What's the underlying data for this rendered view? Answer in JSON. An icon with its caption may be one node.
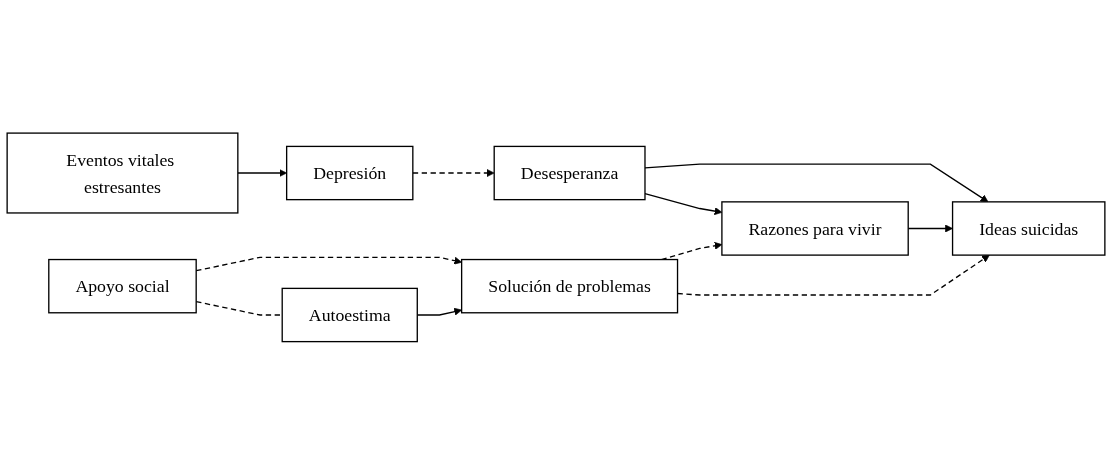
{
  "diagram": {
    "nodes": [
      {
        "text": [
          "Depresión"
        ]
      },
      {
        "text": [
          "Desesperanza"
        ]
      },
      {
        "text": [
          "Eventos vitales estresantes"
        ]
      },
      {
        "text": [
          "Razones para vivir"
        ]
      },
      {
        "text": [
          "Ideas suicidas"
        ]
      },
      {
        "text": [
          "Apoyo social"
        ]
      },
      {
        "text": [
          "Solución de problemas"
        ]
      },
      {
        "text": [
          "Autoestima"
        ]
      }
    ],
    "edges": [
      {
        "from": 2,
        "to": 0,
        "arrow": "to"
      },
      {
        "from": 0,
        "to": 1,
        "arrow": "to",
        "style": "dashed"
      },
      {
        "from": 1,
        "to": 4,
        "arrow": "to"
      },
      {
        "from": 1,
        "to": 3,
        "arrow": "to"
      },
      {
        "from": 3,
        "to": 4,
        "arrow": "to"
      },
      {
        "from": 6,
        "to": 3,
        "arrow": "to",
        "style": "dashed"
      },
      {
        "from": 6,
        "to": 4,
        "arrow": "to",
        "style": "dashed"
      },
      {
        "from": 5,
        "to": 6,
        "arrow": "to",
        "style": "dashed"
      },
      {
        "from": 7,
        "to": 6,
        "arrow": "to"
      },
      {
        "from": 5,
        "to": 7,
        "arrow": "none",
        "style": "dashed"
      }
    ]
  }
}
